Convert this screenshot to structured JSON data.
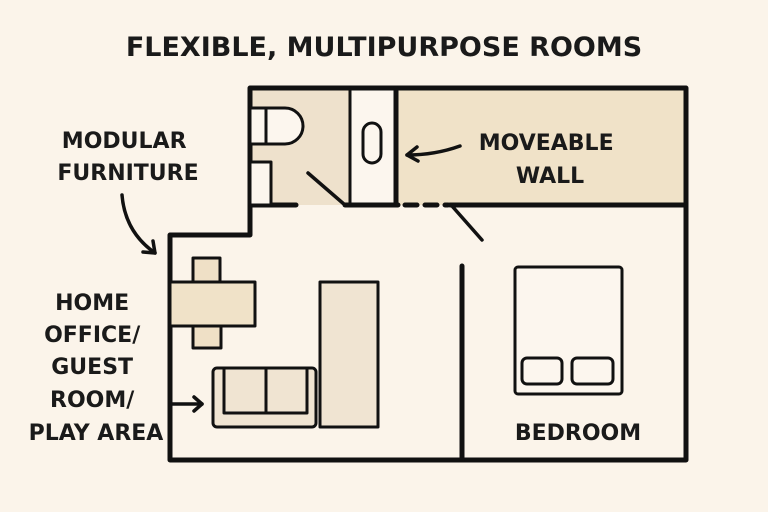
{
  "title": "FLEXIBLE, MULTIPURPOSE ROOMS",
  "labels": {
    "modular_furniture": [
      "MODULAR",
      "FURNITURE"
    ],
    "moveable_wall": [
      "MOVEABLE",
      "WALL"
    ],
    "home_office": [
      "HOME",
      "OFFICE/",
      "GUEST",
      "ROOM/",
      "PLAY AREA"
    ],
    "bedroom": "BEDROOM"
  },
  "colors": {
    "background": "#fbf4ea",
    "fill": "#efe2cc",
    "ink": "#111111"
  }
}
